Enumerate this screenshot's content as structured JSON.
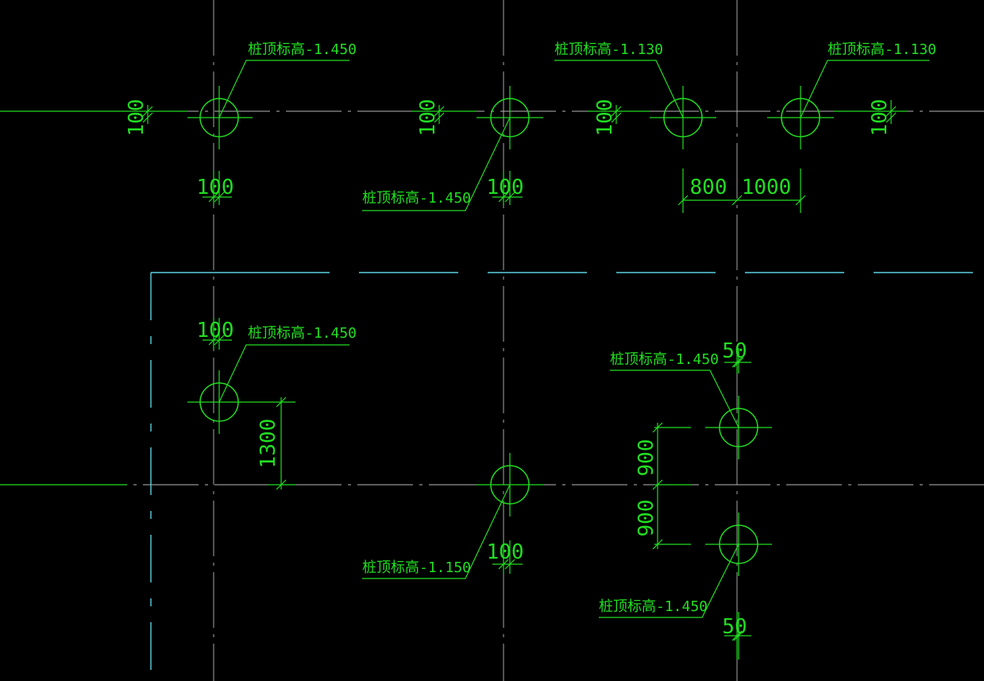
{
  "drawing": {
    "colors": {
      "background": "#000000",
      "annotation": "#22dd22",
      "axis": "#b8b8b8",
      "boundary": "#5ad0e0"
    },
    "pile_labels": [
      "桩顶标高-1.450",
      "桩顶标高-1.130",
      "桩顶标高-1.130",
      "桩顶标高-1.450",
      "桩顶标高-1.450",
      "桩顶标高-1.450",
      "桩顶标高-1.150",
      "桩顶标高-1.450"
    ],
    "dimensions": [
      "100",
      "100",
      "100",
      "100",
      "100",
      "100",
      "800",
      "1000",
      "100",
      "1300",
      "50",
      "900",
      "900",
      "100",
      "50"
    ]
  }
}
